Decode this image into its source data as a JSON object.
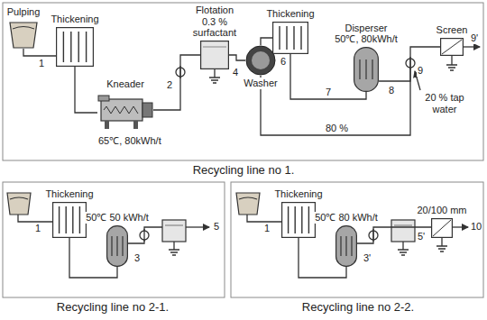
{
  "diagram": {
    "nodes": [
      {
        "text": [
          "Pulping"
        ]
      },
      {
        "text": [
          "Thickening"
        ]
      },
      {
        "text": [
          "Kneader"
        ]
      },
      {
        "text": [
          "Flotation",
          "0.3 % surfactant"
        ]
      },
      {
        "text": [
          "Washer"
        ]
      },
      {
        "text": [
          "Thickening"
        ]
      },
      {
        "text": [
          "Disperser",
          "50℃, 80kWh/t"
        ]
      },
      {
        "text": [
          "Screen"
        ]
      },
      {
        "text": [
          "Thickening"
        ]
      },
      {
        "text": [
          "50℃ 50 kWh/t"
        ]
      },
      {
        "text": [
          "Thickening"
        ]
      },
      {
        "text": [
          "50℃ 80 kWh/t"
        ]
      },
      {
        "text": [
          "20/100 mm"
        ]
      }
    ],
    "edges": [
      {
        "from": 0,
        "to": 1,
        "arrow": "none"
      },
      {
        "from": 1,
        "to": 2,
        "arrow": "none"
      },
      {
        "from": 2,
        "to": 3,
        "arrow": "none"
      },
      {
        "from": 3,
        "to": 4,
        "arrow": "none"
      },
      {
        "from": 4,
        "to": 5,
        "arrow": "none"
      },
      {
        "from": 5,
        "to": 6,
        "arrow": "none"
      },
      {
        "from": 6,
        "to": 7,
        "arrow": "none"
      },
      {
        "from": 8,
        "to": 9,
        "arrow": "none"
      },
      {
        "from": 10,
        "to": 11,
        "arrow": "none"
      },
      {
        "from": 11,
        "to": 12,
        "arrow": "none"
      }
    ],
    "labels": [
      "1",
      "2",
      "65℃, 80kWh/t",
      "4",
      "6",
      "7",
      "8",
      "9",
      "9'",
      "80 %",
      "20 % tap water",
      "Recycling line no 1.",
      "1",
      "3",
      "5",
      "Recycling line no 2-1.",
      "1",
      "3'",
      "5'",
      "10",
      "Recycling line no 2-2."
    ]
  }
}
